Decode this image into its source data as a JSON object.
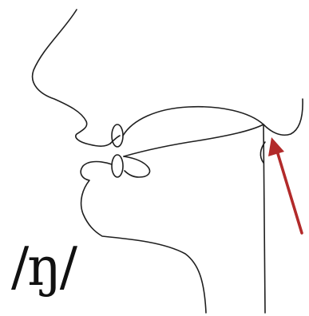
{
  "label": {
    "phoneme": "/ŋ/"
  },
  "colors": {
    "arrow": "#b22a2a",
    "outline": "#1f1f1f"
  },
  "figure": {
    "subject": "sagittal-section-velar-nasal",
    "arrow_target": "velum-contact"
  }
}
